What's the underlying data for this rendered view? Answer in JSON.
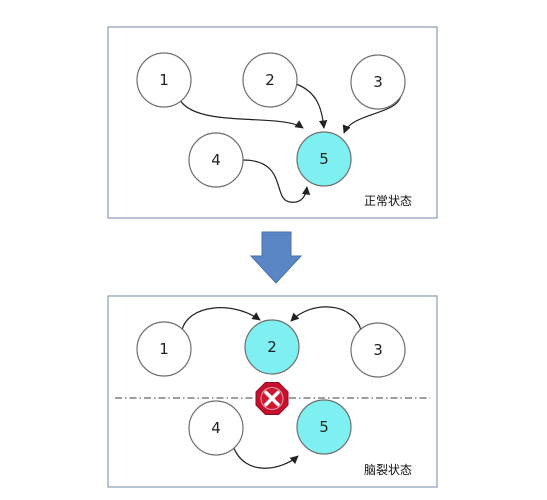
{
  "colors": {
    "panel_border": "#8a9bb3",
    "node_fill": "#ffffff",
    "node_stroke": "#6e6e6e",
    "node_active_fill": "#7ef0f2",
    "edge": "#222222",
    "arrow_fill": "#5b86c5",
    "arrow_stroke": "#4a72ad",
    "split_line": "#666666",
    "error_badge": "#c8102e"
  },
  "top_panel": {
    "label": "正常状态",
    "nodes": [
      {
        "label": "1",
        "active": false
      },
      {
        "label": "2",
        "active": false
      },
      {
        "label": "3",
        "active": false
      },
      {
        "label": "4",
        "active": false
      },
      {
        "label": "5",
        "active": true
      }
    ]
  },
  "bottom_panel": {
    "label": "脑裂状态",
    "nodes": [
      {
        "label": "1",
        "active": false
      },
      {
        "label": "2",
        "active": true
      },
      {
        "label": "3",
        "active": false
      },
      {
        "label": "4",
        "active": false
      },
      {
        "label": "5",
        "active": true
      }
    ],
    "error_icon": "close-icon"
  },
  "transition_icon": "down-arrow-icon"
}
